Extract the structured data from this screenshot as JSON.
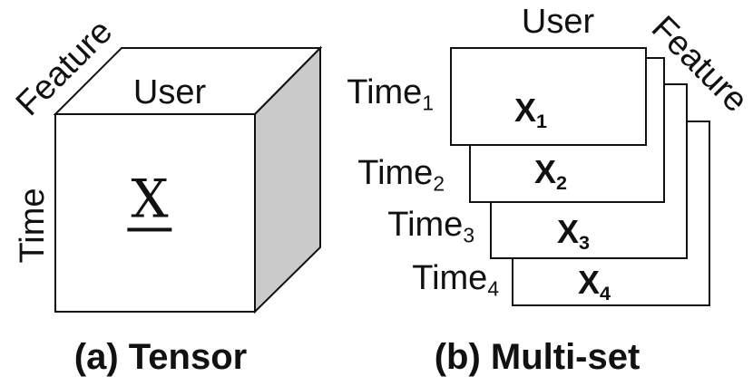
{
  "figure": {
    "background_color": "#ffffff",
    "stroke_color": "#111111",
    "cube_side_fill": "#cacaca"
  },
  "panel_a": {
    "caption": "(a) Tensor",
    "top_label": "User",
    "left_label": "Time",
    "depth_label": "Feature",
    "tensor_symbol": "X"
  },
  "panel_b": {
    "caption": "(b) Multi-set",
    "top_label": "User",
    "depth_label": "Feature",
    "slices": [
      {
        "time_base": "Time",
        "time_sub": "1",
        "x_base": "X",
        "x_sub": "1"
      },
      {
        "time_base": "Time",
        "time_sub": "2",
        "x_base": "X",
        "x_sub": "2"
      },
      {
        "time_base": "Time",
        "time_sub": "3",
        "x_base": "X",
        "x_sub": "3"
      },
      {
        "time_base": "Time",
        "time_sub": "4",
        "x_base": "X",
        "x_sub": "4"
      }
    ]
  }
}
